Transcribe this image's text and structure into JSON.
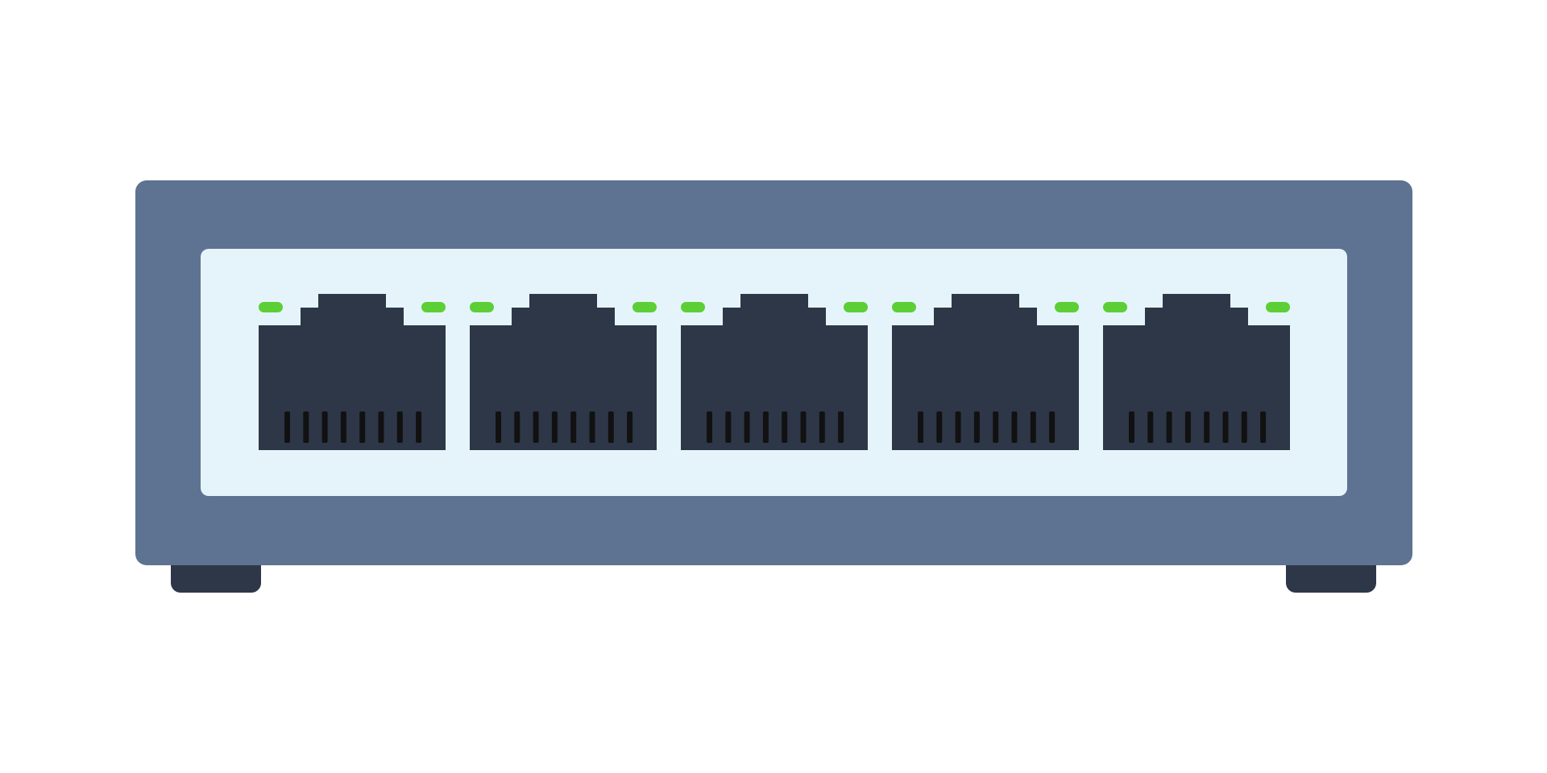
{
  "device": {
    "icon": "network-switch-icon",
    "port_count": 5,
    "pins_per_port": 8,
    "colors": {
      "background": "#ffffff",
      "body": "#5e7291",
      "panel": "#e5f4fa",
      "port": "#2e3748",
      "pin": "#111111",
      "led": "#5bcf35",
      "feet": "#2e3748"
    },
    "ports": [
      {
        "id": 1,
        "led_left": "on",
        "led_right": "on"
      },
      {
        "id": 2,
        "led_left": "on",
        "led_right": "on"
      },
      {
        "id": 3,
        "led_left": "on",
        "led_right": "on"
      },
      {
        "id": 4,
        "led_left": "on",
        "led_right": "on"
      },
      {
        "id": 5,
        "led_left": "on",
        "led_right": "on"
      }
    ]
  }
}
